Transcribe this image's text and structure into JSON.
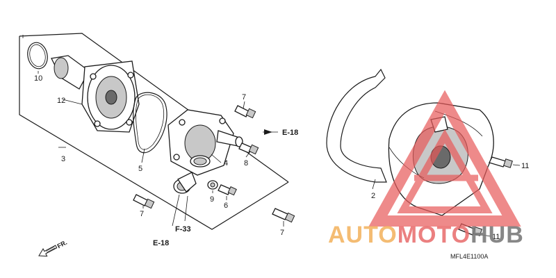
{
  "callouts": {
    "c10": "10",
    "c12": "12",
    "c3": "3",
    "c5": "5",
    "c7a": "7",
    "c7b": "7",
    "c7c": "7",
    "c4": "4",
    "c8": "8",
    "c9": "9",
    "c6": "6",
    "c2": "2",
    "c11a": "11",
    "c11b": "11"
  },
  "refs": {
    "e18_top": "E-18",
    "e18_bottom": "E-18",
    "f33": "F-33",
    "front": "FR."
  },
  "drawing_code": "MFL4E1100A",
  "watermark": {
    "auto": "AUTO",
    "moto": "MOTO",
    "hub": "HUB",
    "triangle_color": "#e85a5a",
    "auto_color": "#f2b05a",
    "hub_color": "#7a7a7a"
  }
}
